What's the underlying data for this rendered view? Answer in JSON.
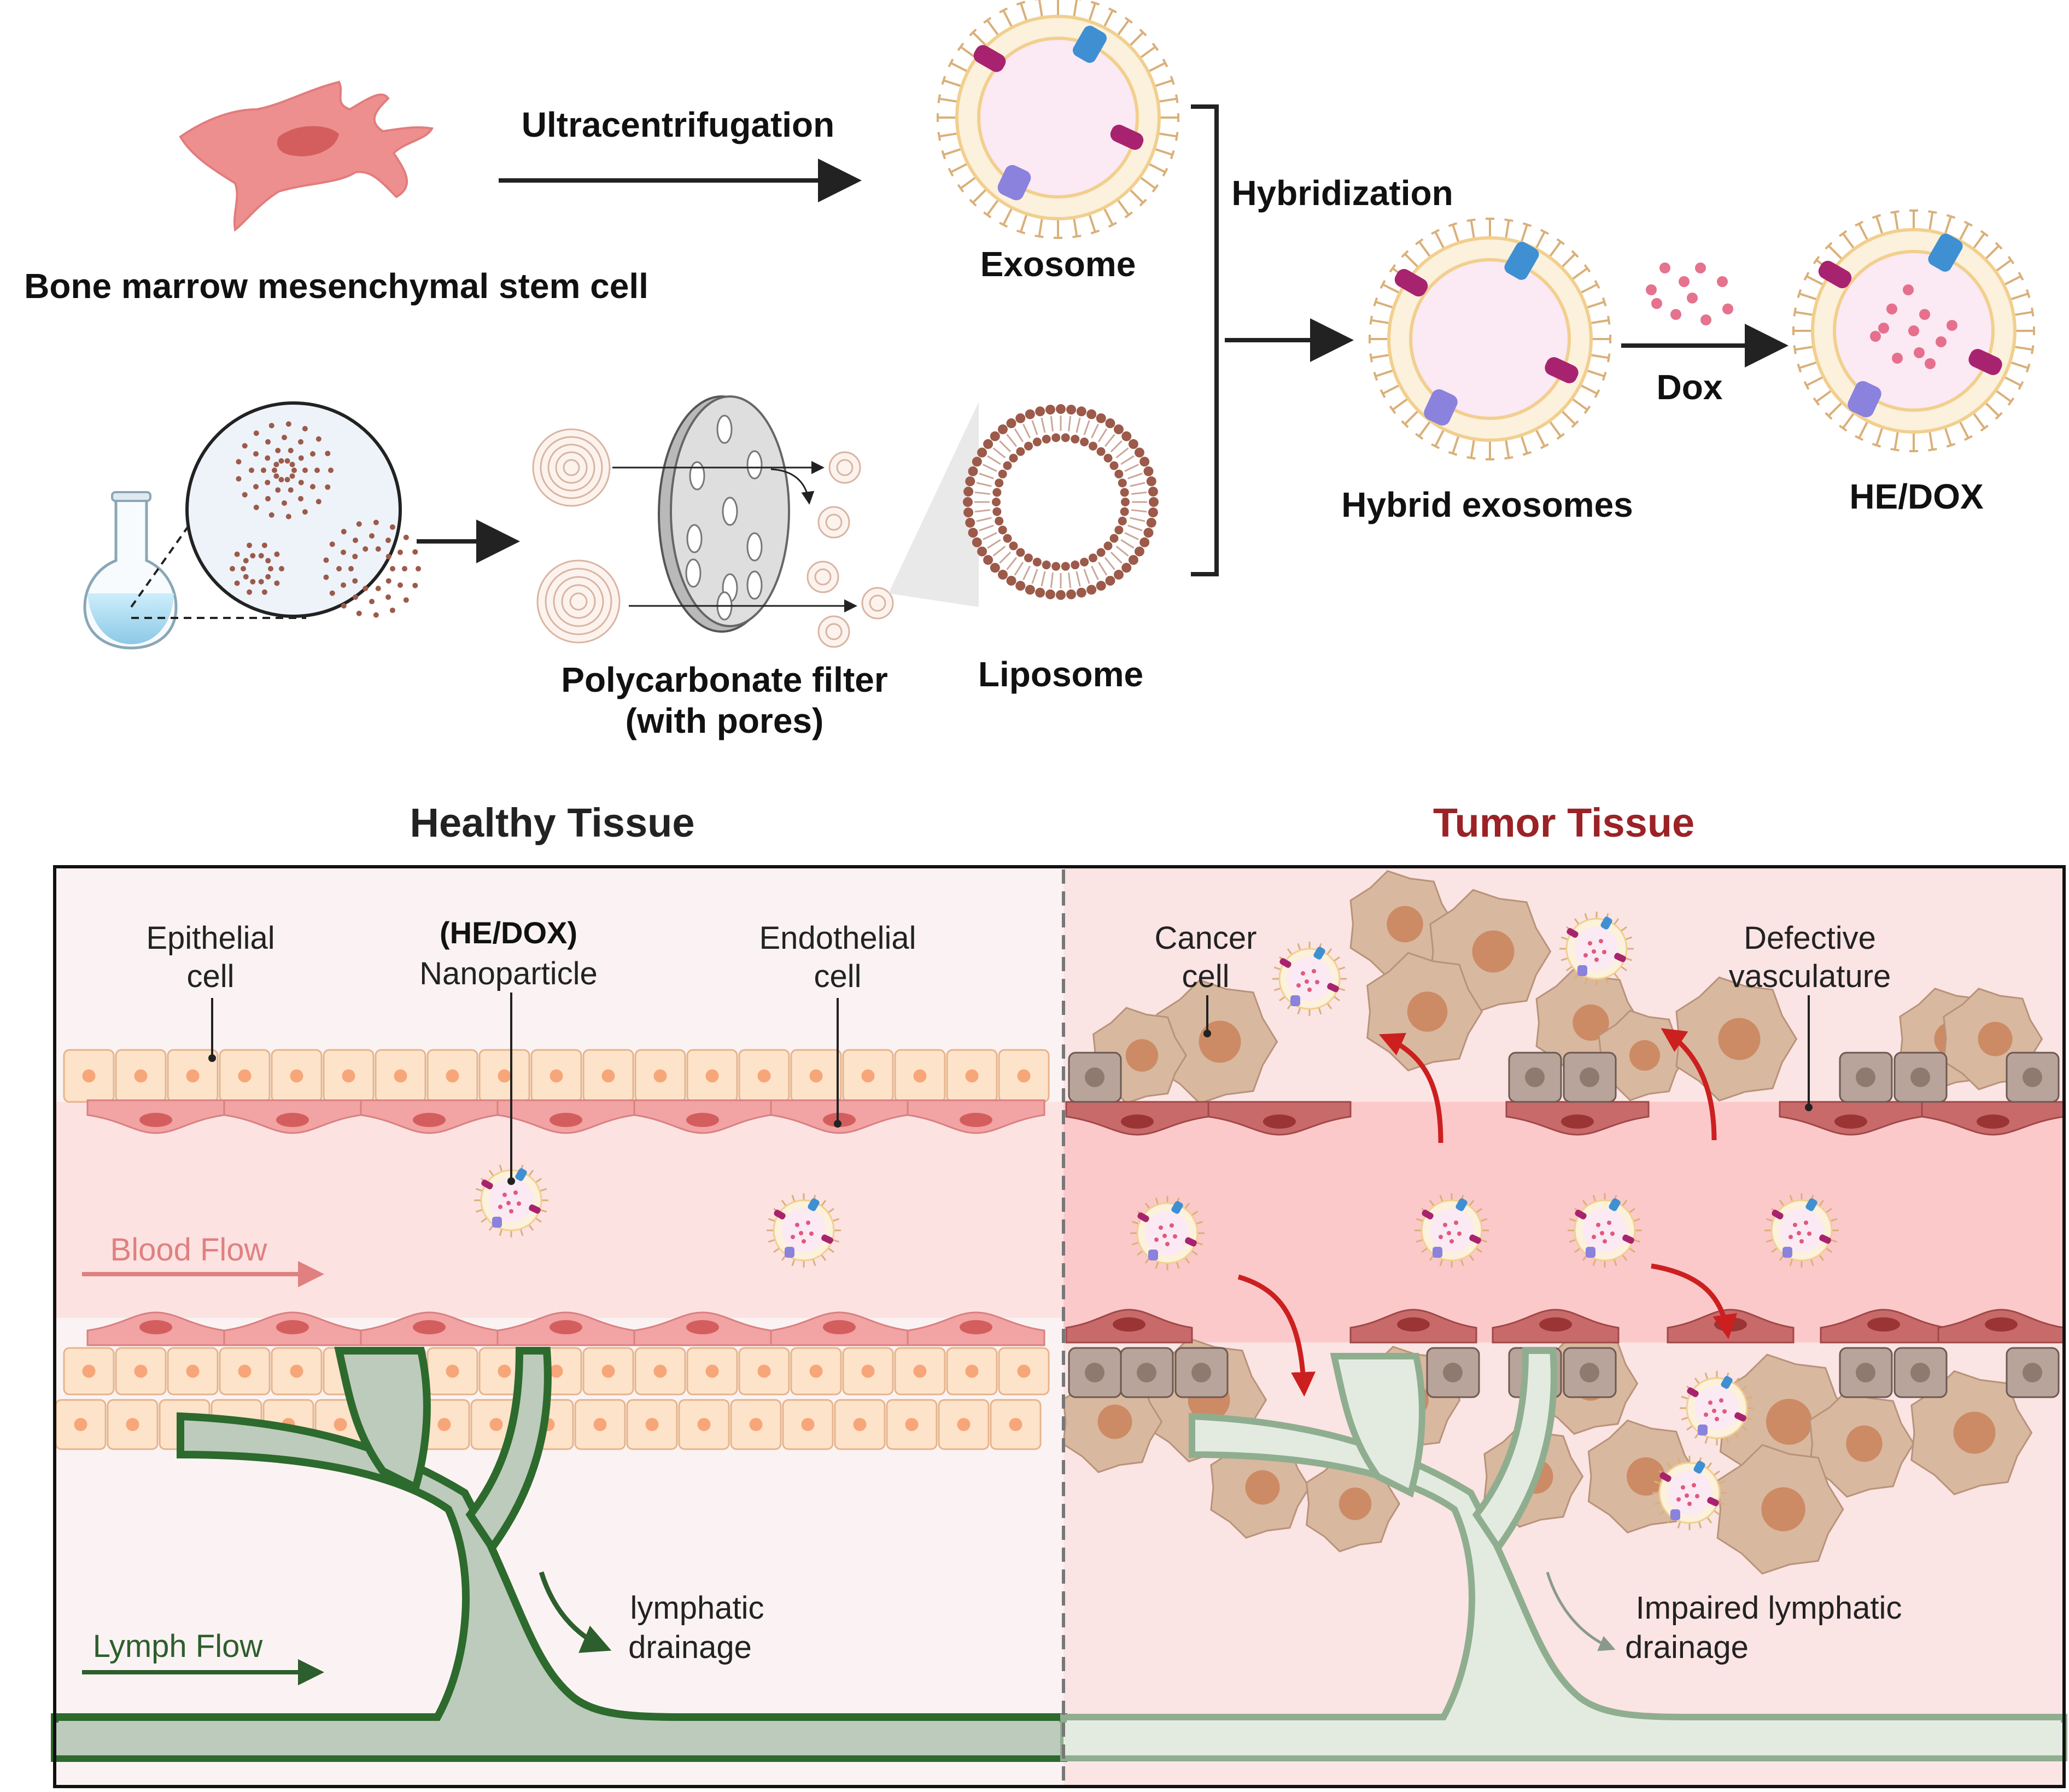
{
  "top": {
    "stem_cell_label": "Bone marrow mesenchymal stem cell",
    "ultracentrifugation_label": "Ultracentrifugation",
    "exosome_label": "Exosome",
    "hybridization_label": "Hybridization",
    "hybrid_exosomes_label": "Hybrid exosomes",
    "dox_label": "Dox",
    "he_dox_label": "HE/DOX",
    "filter_label_line1": "Polycarbonate filter",
    "filter_label_line2": "(with pores)",
    "liposome_label": "Liposome"
  },
  "bottom": {
    "healthy_title": "Healthy Tissue",
    "tumor_title": "Tumor Tissue",
    "epithelial_line1": "Epithelial",
    "epithelial_line2": "cell",
    "nanoparticle_line1": "(HE/DOX)",
    "nanoparticle_line2": "Nanoparticle",
    "endothelial_line1": "Endothelial",
    "endothelial_line2": "cell",
    "blood_flow": "Blood Flow",
    "lymph_flow": "Lymph Flow",
    "lymph_drain_line1": "lymphatic",
    "lymph_drain_line2": "drainage",
    "cancer_line1": "Cancer",
    "cancer_line2": "cell",
    "defective_line1": "Defective",
    "defective_line2": "vasculature",
    "impaired_line1": "Impaired lymphatic",
    "impaired_line2": "drainage"
  },
  "colors": {
    "tumor_title": "#9b2226",
    "blood_flow": "#e08080",
    "lymph_flow": "#2d5e2d",
    "tumor_arrow": "#cc1f1f"
  }
}
